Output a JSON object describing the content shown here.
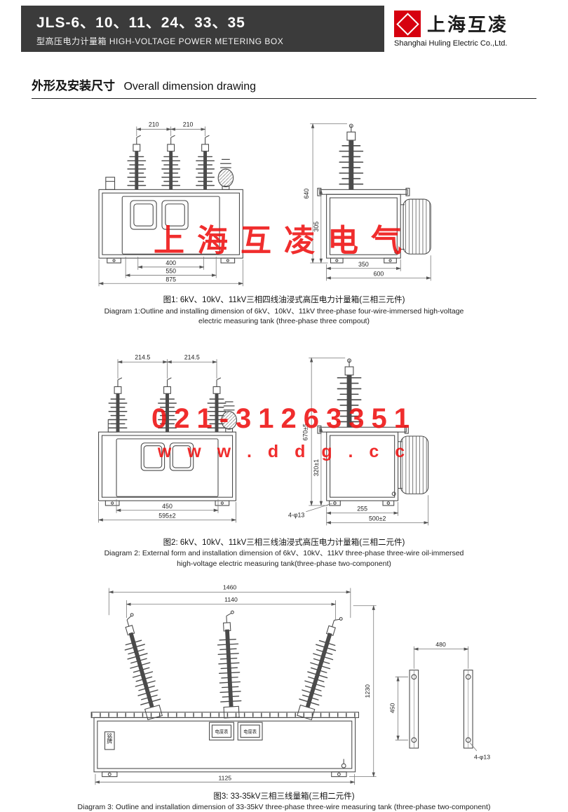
{
  "header": {
    "model": "JLS-6、10、11、24、33、35",
    "subtitle_cn": "型高压电力计量箱",
    "subtitle_en": "HIGH-VOLTAGE POWER METERING BOX",
    "brand_cn": "上海互凌",
    "brand_en": "Shanghai Huling Electric Co.,Ltd.",
    "brand_red": "#d6000f"
  },
  "section": {
    "title_cn": "外形及安装尺寸",
    "title_en": "Overall dimension drawing"
  },
  "watermarks": {
    "wm1": "上海互凌电气",
    "wm_phone": "021-31263351",
    "wm_site": "w w w . d d g . c c"
  },
  "diagram1": {
    "dims": {
      "span_left": "210",
      "span_right": "210",
      "width_door": "400",
      "width_mid": "550",
      "width_overall": "875",
      "height_overall": "640",
      "height_tank": "305",
      "depth_tank": "350",
      "depth_overall": "600"
    },
    "caption_cn": "图1: 6kV、10kV、11kV三相四线油浸式高压电力计量箱(三相三元件)",
    "caption_en_1": "Diagram 1:Outline and installing dimension of 6kV、10kV、11kV three-phase four-wire-immersed high-voltage",
    "caption_en_2": "electric measuring tank (three-phase three compout)"
  },
  "diagram2": {
    "dims": {
      "span_left": "214.5",
      "span_right": "214.5",
      "width_door": "450",
      "width_overall": "595±2",
      "height_overall": "670±5",
      "height_tank": "320±1",
      "holes": "4-φ13",
      "depth_tank": "255",
      "depth_overall": "500±2"
    },
    "caption_cn": "图2: 6kV、10kV、11kV三相三线油浸式高压电力计量箱(三相二元件)",
    "caption_en_1": "Diagram 2: External form and installation dimension of 6kV、10kV、11kV three-phase three-wire oil-immersed",
    "caption_en_2": "high-voltage electric measuring tank(three-phase two-component)"
  },
  "diagram3": {
    "dims": {
      "width_outer": "1460",
      "width_inner": "1140",
      "height_overall": "1230",
      "width_bottom": "1125",
      "bracket_span": "480",
      "bracket_height": "450",
      "holes": "4-φ13"
    },
    "labels": {
      "nameplate": "铭牌",
      "meter": "电度表"
    },
    "caption_cn": "图3: 33-35kV三相三线量箱(三相二元件)",
    "caption_en_1": "Diagram 3: Outline and installation dimension of 33-35kV three-phase three-wire measuring tank (three-phase two-component)"
  }
}
